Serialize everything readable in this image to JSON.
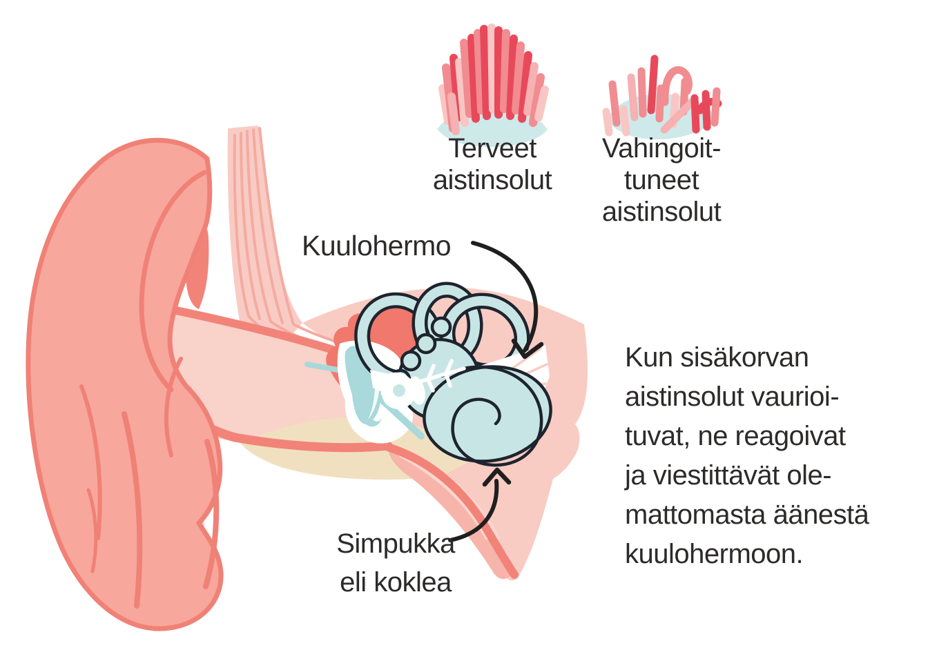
{
  "labels": {
    "healthy": {
      "lines": [
        "Terveet",
        "aistinsolut"
      ]
    },
    "damaged": {
      "lines": [
        "Vahingoit-",
        "tuneet",
        "aistinsolut"
      ]
    },
    "kuulohermo": "Kuulohermo",
    "cochlea": {
      "lines": [
        "Simpukka",
        "eli koklea"
      ]
    }
  },
  "paragraph": {
    "lines": [
      "Kun sisäkorvan",
      "aistinsolut vaurioi-",
      "tuvat, ne reagoivat",
      "ja viestittävät ole-",
      "mattomasta äänestä",
      "kuulohermoon."
    ]
  },
  "icons": {
    "healthy_cells": "upright-hair-bundle-icon",
    "damaged_cells": "bent-hair-bundle-icon",
    "kuulohermo_pointer": "curved-arrow-down",
    "cochlea_pointer": "curved-arrow-up"
  },
  "palette": {
    "skin": "#F7A79C",
    "skin_outline": "#F08176",
    "skin_light": "#F9D2CA",
    "skin_muscle": "#F8CCC4",
    "muscle_streak": "#F4ABA1",
    "mastoid_red": "#F0786C",
    "bone_beige": "#F1E0BF",
    "inner_ear_blue": "#C8E5E5",
    "eardrum_blue": "#A9D9DA",
    "outline_dark": "#1E242E",
    "hair_dark_red": "#E8495A",
    "hair_salmon": "#F18C91",
    "hair_light_pink": "#F6B1B2",
    "hair_pale": "#F9C6C4",
    "text": "#2D2B2A",
    "arrow": "#1F1F1F",
    "background": "#FFFFFF"
  }
}
